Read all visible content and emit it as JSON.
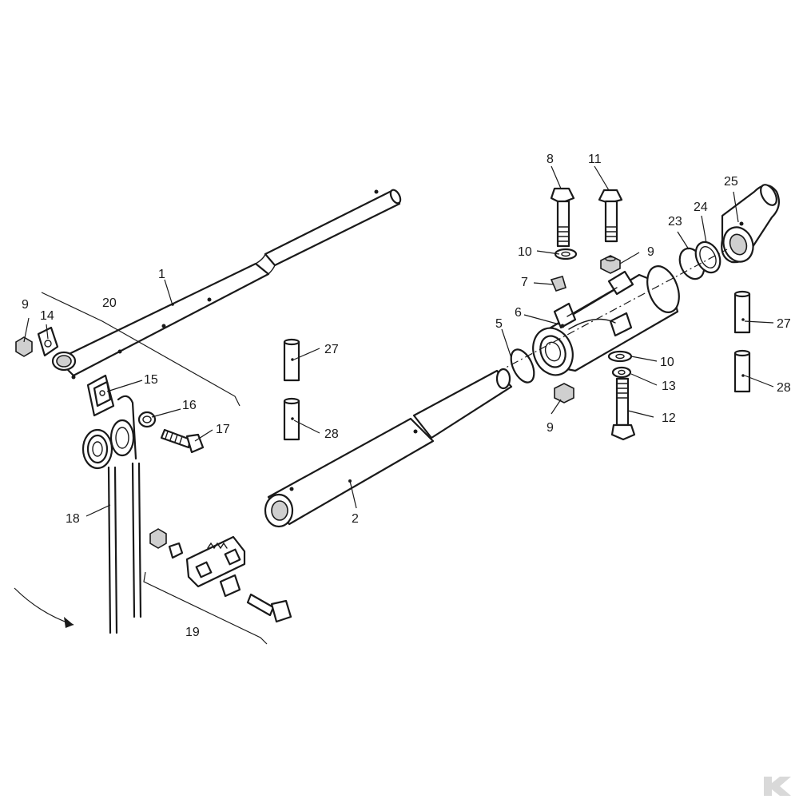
{
  "callouts": {
    "c1": "1",
    "c2": "2",
    "c5": "5",
    "c6": "6",
    "c7": "7",
    "c8": "8",
    "c9a": "9",
    "c9b": "9",
    "c9c": "9",
    "c10a": "10",
    "c10b": "10",
    "c11": "11",
    "c12": "12",
    "c13": "13",
    "c14": "14",
    "c15": "15",
    "c16": "16",
    "c17": "17",
    "c18": "18",
    "c19": "19",
    "c20": "20",
    "c23": "23",
    "c24": "24",
    "c25": "25",
    "c27a": "27",
    "c27b": "27",
    "c28a": "28",
    "c28b": "28"
  },
  "colors": {
    "line": "#1a1a1a",
    "paper": "#ffffff",
    "logo": "#d9d9d9"
  },
  "icons": {
    "rotation_arrow": "curved-arrow-icon",
    "brand_logo": "k-logo-icon"
  }
}
